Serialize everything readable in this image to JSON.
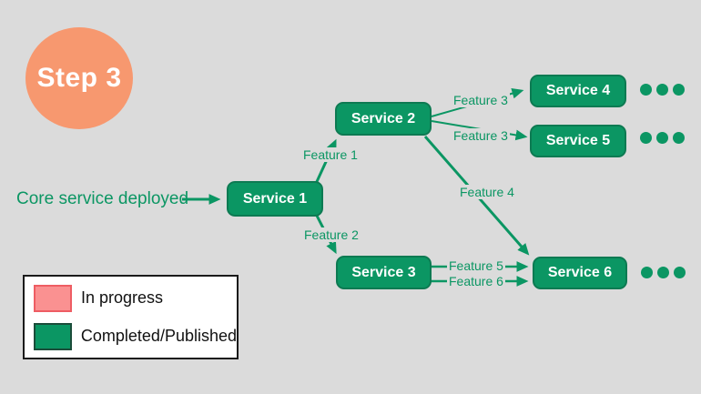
{
  "step_badge": {
    "label": "Step 3"
  },
  "intro": {
    "label": "Core service deployed"
  },
  "nodes": [
    {
      "id": "service-1",
      "label": "Service 1"
    },
    {
      "id": "service-2",
      "label": "Service 2"
    },
    {
      "id": "service-3",
      "label": "Service 3"
    },
    {
      "id": "service-4",
      "label": "Service 4"
    },
    {
      "id": "service-5",
      "label": "Service 5"
    },
    {
      "id": "service-6",
      "label": "Service 6"
    }
  ],
  "edges": [
    {
      "id": "feature-1",
      "label": "Feature 1",
      "from": "service-1",
      "to": "service-2"
    },
    {
      "id": "feature-2",
      "label": "Feature 2",
      "from": "service-1",
      "to": "service-3"
    },
    {
      "id": "feature-3-a",
      "label": "Feature 3",
      "from": "service-2",
      "to": "service-4"
    },
    {
      "id": "feature-3-b",
      "label": "Feature 3",
      "from": "service-2",
      "to": "service-5"
    },
    {
      "id": "feature-4",
      "label": "Feature 4",
      "from": "service-2",
      "to": "service-6"
    },
    {
      "id": "feature-5",
      "label": "Feature 5",
      "from": "service-3",
      "to": "service-6"
    },
    {
      "id": "feature-6",
      "label": "Feature 6",
      "from": "service-3",
      "to": "service-6"
    }
  ],
  "ellipsis_icon": "•••",
  "legend": {
    "items": [
      {
        "label": "In progress",
        "fill": "#FA9191",
        "border": "#EE5D63"
      },
      {
        "label": "Completed/Published",
        "fill": "#0B9663",
        "border": "#1B4D3A"
      }
    ]
  },
  "colors": {
    "background": "#DBDBDB",
    "node_fill": "#0B9663",
    "node_border": "#0D7A52",
    "edge": "#0B9663",
    "label_text": "#0B9663",
    "step_badge_fill": "#F7986F",
    "step_badge_text": "#FFFFFF",
    "legend_text": "#1A1A1A"
  }
}
